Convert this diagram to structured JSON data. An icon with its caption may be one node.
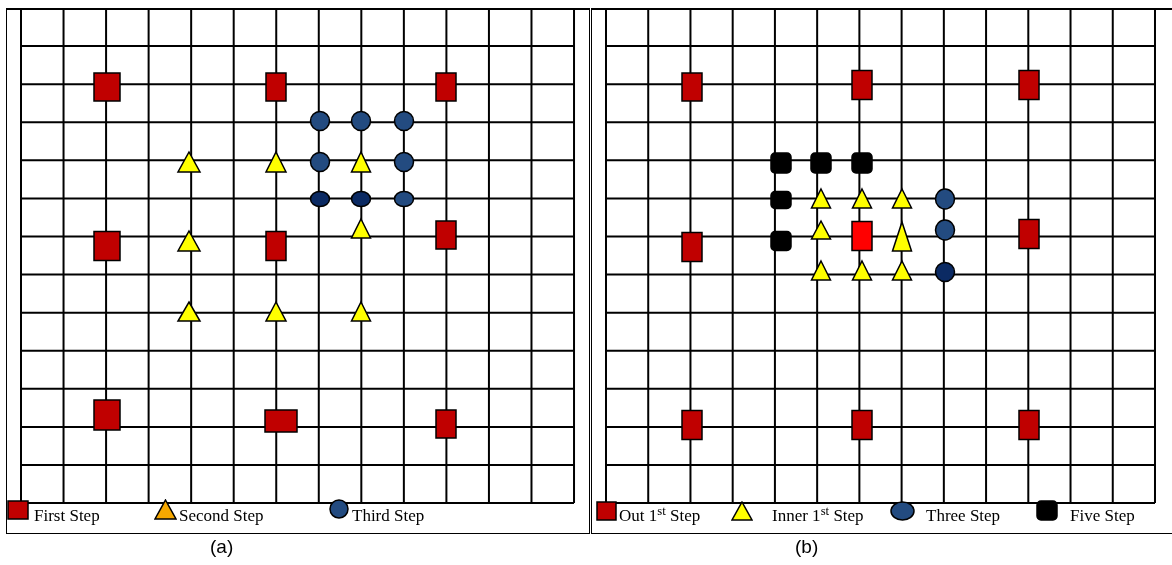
{
  "diagram": {
    "labels": [
      "(a)",
      "(b)"
    ],
    "legend": [
      {
        "text": "First Step"
      },
      {
        "text": "Second Step"
      },
      {
        "text": "Third Step"
      },
      {
        "text": "Out 1$^{st}$ Step"
      },
      {
        "text": "Inner 1$^{st}$ Step"
      },
      {
        "text": "Three Step"
      },
      {
        "text": "Five Step"
      }
    ]
  }
}
